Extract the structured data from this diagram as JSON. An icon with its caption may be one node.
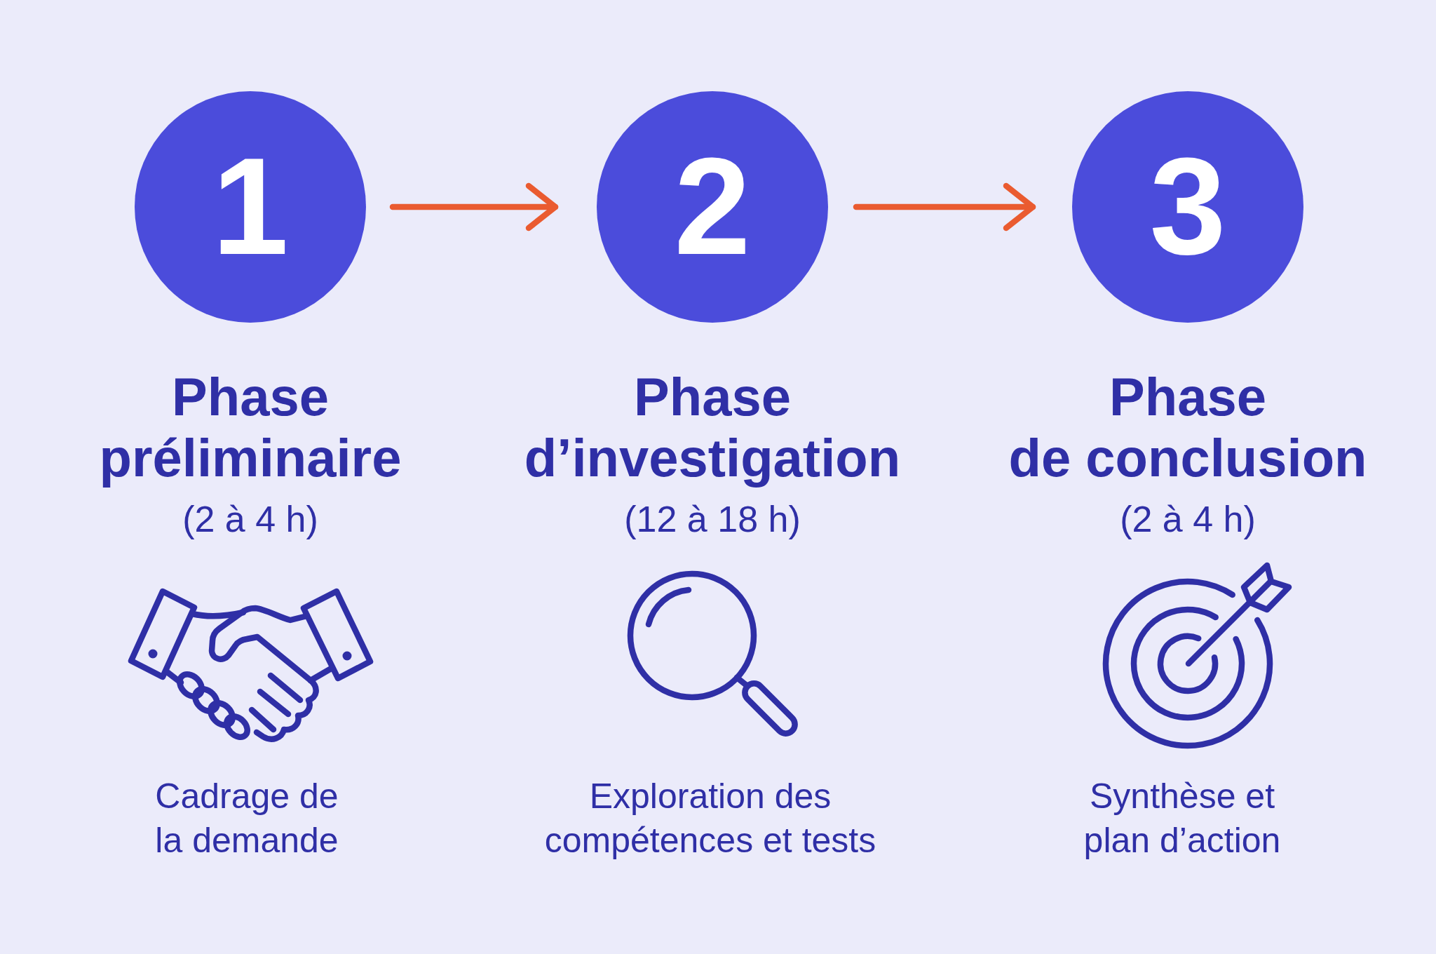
{
  "diagram": {
    "nodes": [
      {
        "text": [
          "1"
        ],
        "beside": [
          "Phase préliminaire",
          "(2 à 4 h)"
        ]
      },
      {
        "text": [
          "2"
        ],
        "beside": [
          "Phase d’investigation",
          "(12 à 18 h)"
        ]
      },
      {
        "text": [
          "3"
        ],
        "beside": [
          "Phase de conclusion",
          "(2 à 4 h)"
        ]
      }
    ],
    "edges": [
      {
        "from": 0,
        "to": 1,
        "arrow": "to"
      },
      {
        "from": 1,
        "to": 2,
        "arrow": "to"
      }
    ],
    "labels": [
      "Cadrage de la demande",
      "Exploration des compétences et tests",
      "Synthèse et plan d’action"
    ]
  }
}
